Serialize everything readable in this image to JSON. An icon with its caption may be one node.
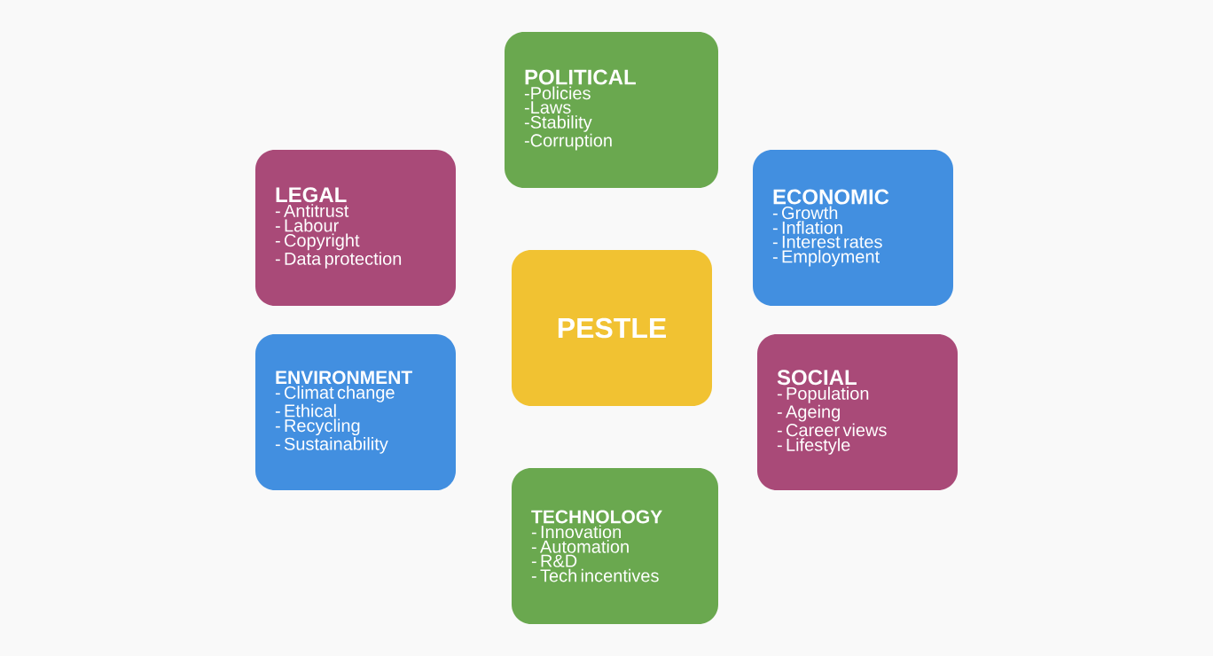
{
  "diagram": {
    "nodes": [
      {
        "text": [
          "PESTLE"
        ]
      },
      {
        "text": [
          "POLITICAL",
          "-Policies",
          "-Laws",
          "-Stability",
          "-Corruption"
        ]
      },
      {
        "text": [
          "LEGAL",
          "- Antitrust",
          "- Labour",
          "- Copyright",
          "- Data protection"
        ]
      },
      {
        "text": [
          "ECONOMIC",
          "- Growth",
          "- Inflation",
          "- Interest rates",
          "- Employment"
        ]
      },
      {
        "text": [
          "ENVIRONMENT",
          "- Climat change",
          "- Ethical",
          "- Recycling",
          "- Sustainability"
        ]
      },
      {
        "text": [
          "SOCIAL",
          "- Population",
          "- Ageing",
          "- Career views",
          "- Lifestyle"
        ]
      },
      {
        "text": [
          "TECHNOLOGY",
          "- Innovation",
          "- Automation",
          "- R&D",
          "- Tech incentives"
        ]
      }
    ]
  }
}
